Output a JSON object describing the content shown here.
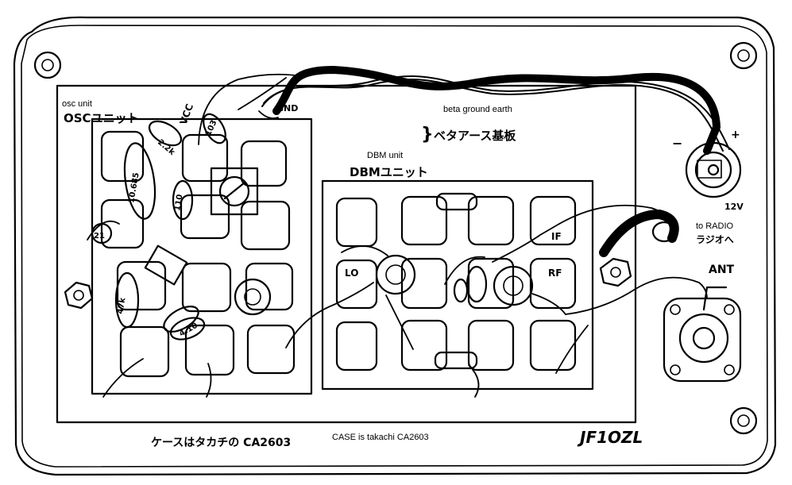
{
  "osc_unit": {
    "label_en": "osc unit",
    "label_jp": "OSCユニット",
    "vcc": "VCC",
    "parts": [
      "2.2k",
      "103",
      "10.685",
      "110",
      "21",
      "47k",
      "4.10"
    ]
  },
  "beta_board": {
    "label_en": "beta ground earth",
    "label_jp": "ベタアース基板",
    "gnd": "GND"
  },
  "dbm_unit": {
    "label_en": "DBM unit",
    "label_jp": "DBMユニット",
    "ports": {
      "lo": "LO",
      "if": "IF",
      "rf": "RF"
    }
  },
  "power": {
    "voltage": "12V",
    "plus": "+",
    "minus": "−"
  },
  "radio": {
    "label_en": "to RADIO",
    "label_jp": "ラジオへ"
  },
  "antenna": {
    "label": "ANT"
  },
  "case": {
    "label_jp": "ケースはタカチの CA2603",
    "label_en": "CASE is takachi CA2603"
  },
  "callsign": "JF1OZL"
}
